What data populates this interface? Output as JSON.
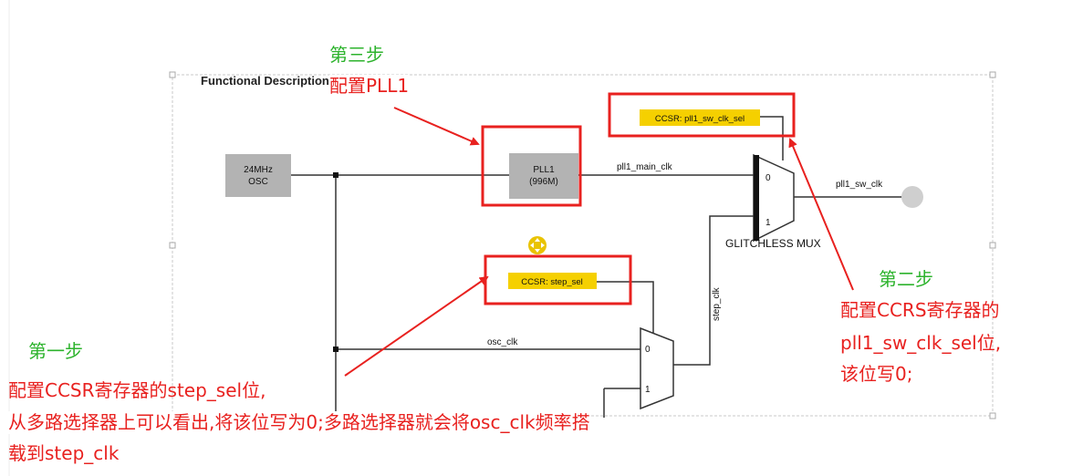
{
  "diagram": {
    "section_title": "Functional Description",
    "osc_block": {
      "line1": "24MHz",
      "line2": "OSC"
    },
    "pll_block": {
      "line1": "PLL1",
      "line2": "(996M)"
    },
    "reg_pll_sw": "CCSR: pll1_sw_clk_sel",
    "reg_step": "CCSR: step_sel",
    "sig_pll1_main_clk": "pll1_main_clk",
    "sig_pll1_sw_clk": "pll1_sw_clk",
    "sig_osc_clk": "osc_clk",
    "sig_step_clk": "step_clk",
    "glitchless_mux": {
      "label": "GLITCHLESS MUX",
      "in0": "0",
      "in1": "1"
    },
    "step_mux": {
      "in0": "0",
      "in1": "1"
    }
  },
  "annotations": {
    "step3": {
      "title": "第三步",
      "text": "配置PLL1"
    },
    "step2": {
      "title": "第二步",
      "line1": "配置CCRS寄存器的",
      "line2": "pll1_sw_clk_sel位,",
      "line3": "该位写0;"
    },
    "step1": {
      "title": "第一步",
      "line1": "配置CCSR寄存器的step_sel位,",
      "line2": "从多路选择器上可以看出,将该位写为0;多路选择器就会将osc_clk频率搭",
      "line3": "载到step_clk"
    }
  },
  "colors": {
    "annotation_red": "#e8211f",
    "annotation_green": "#2db32d",
    "register_yellow": "#f5d000",
    "block_gray": "#b3b3b3",
    "selection_handle": "#e9c300"
  }
}
